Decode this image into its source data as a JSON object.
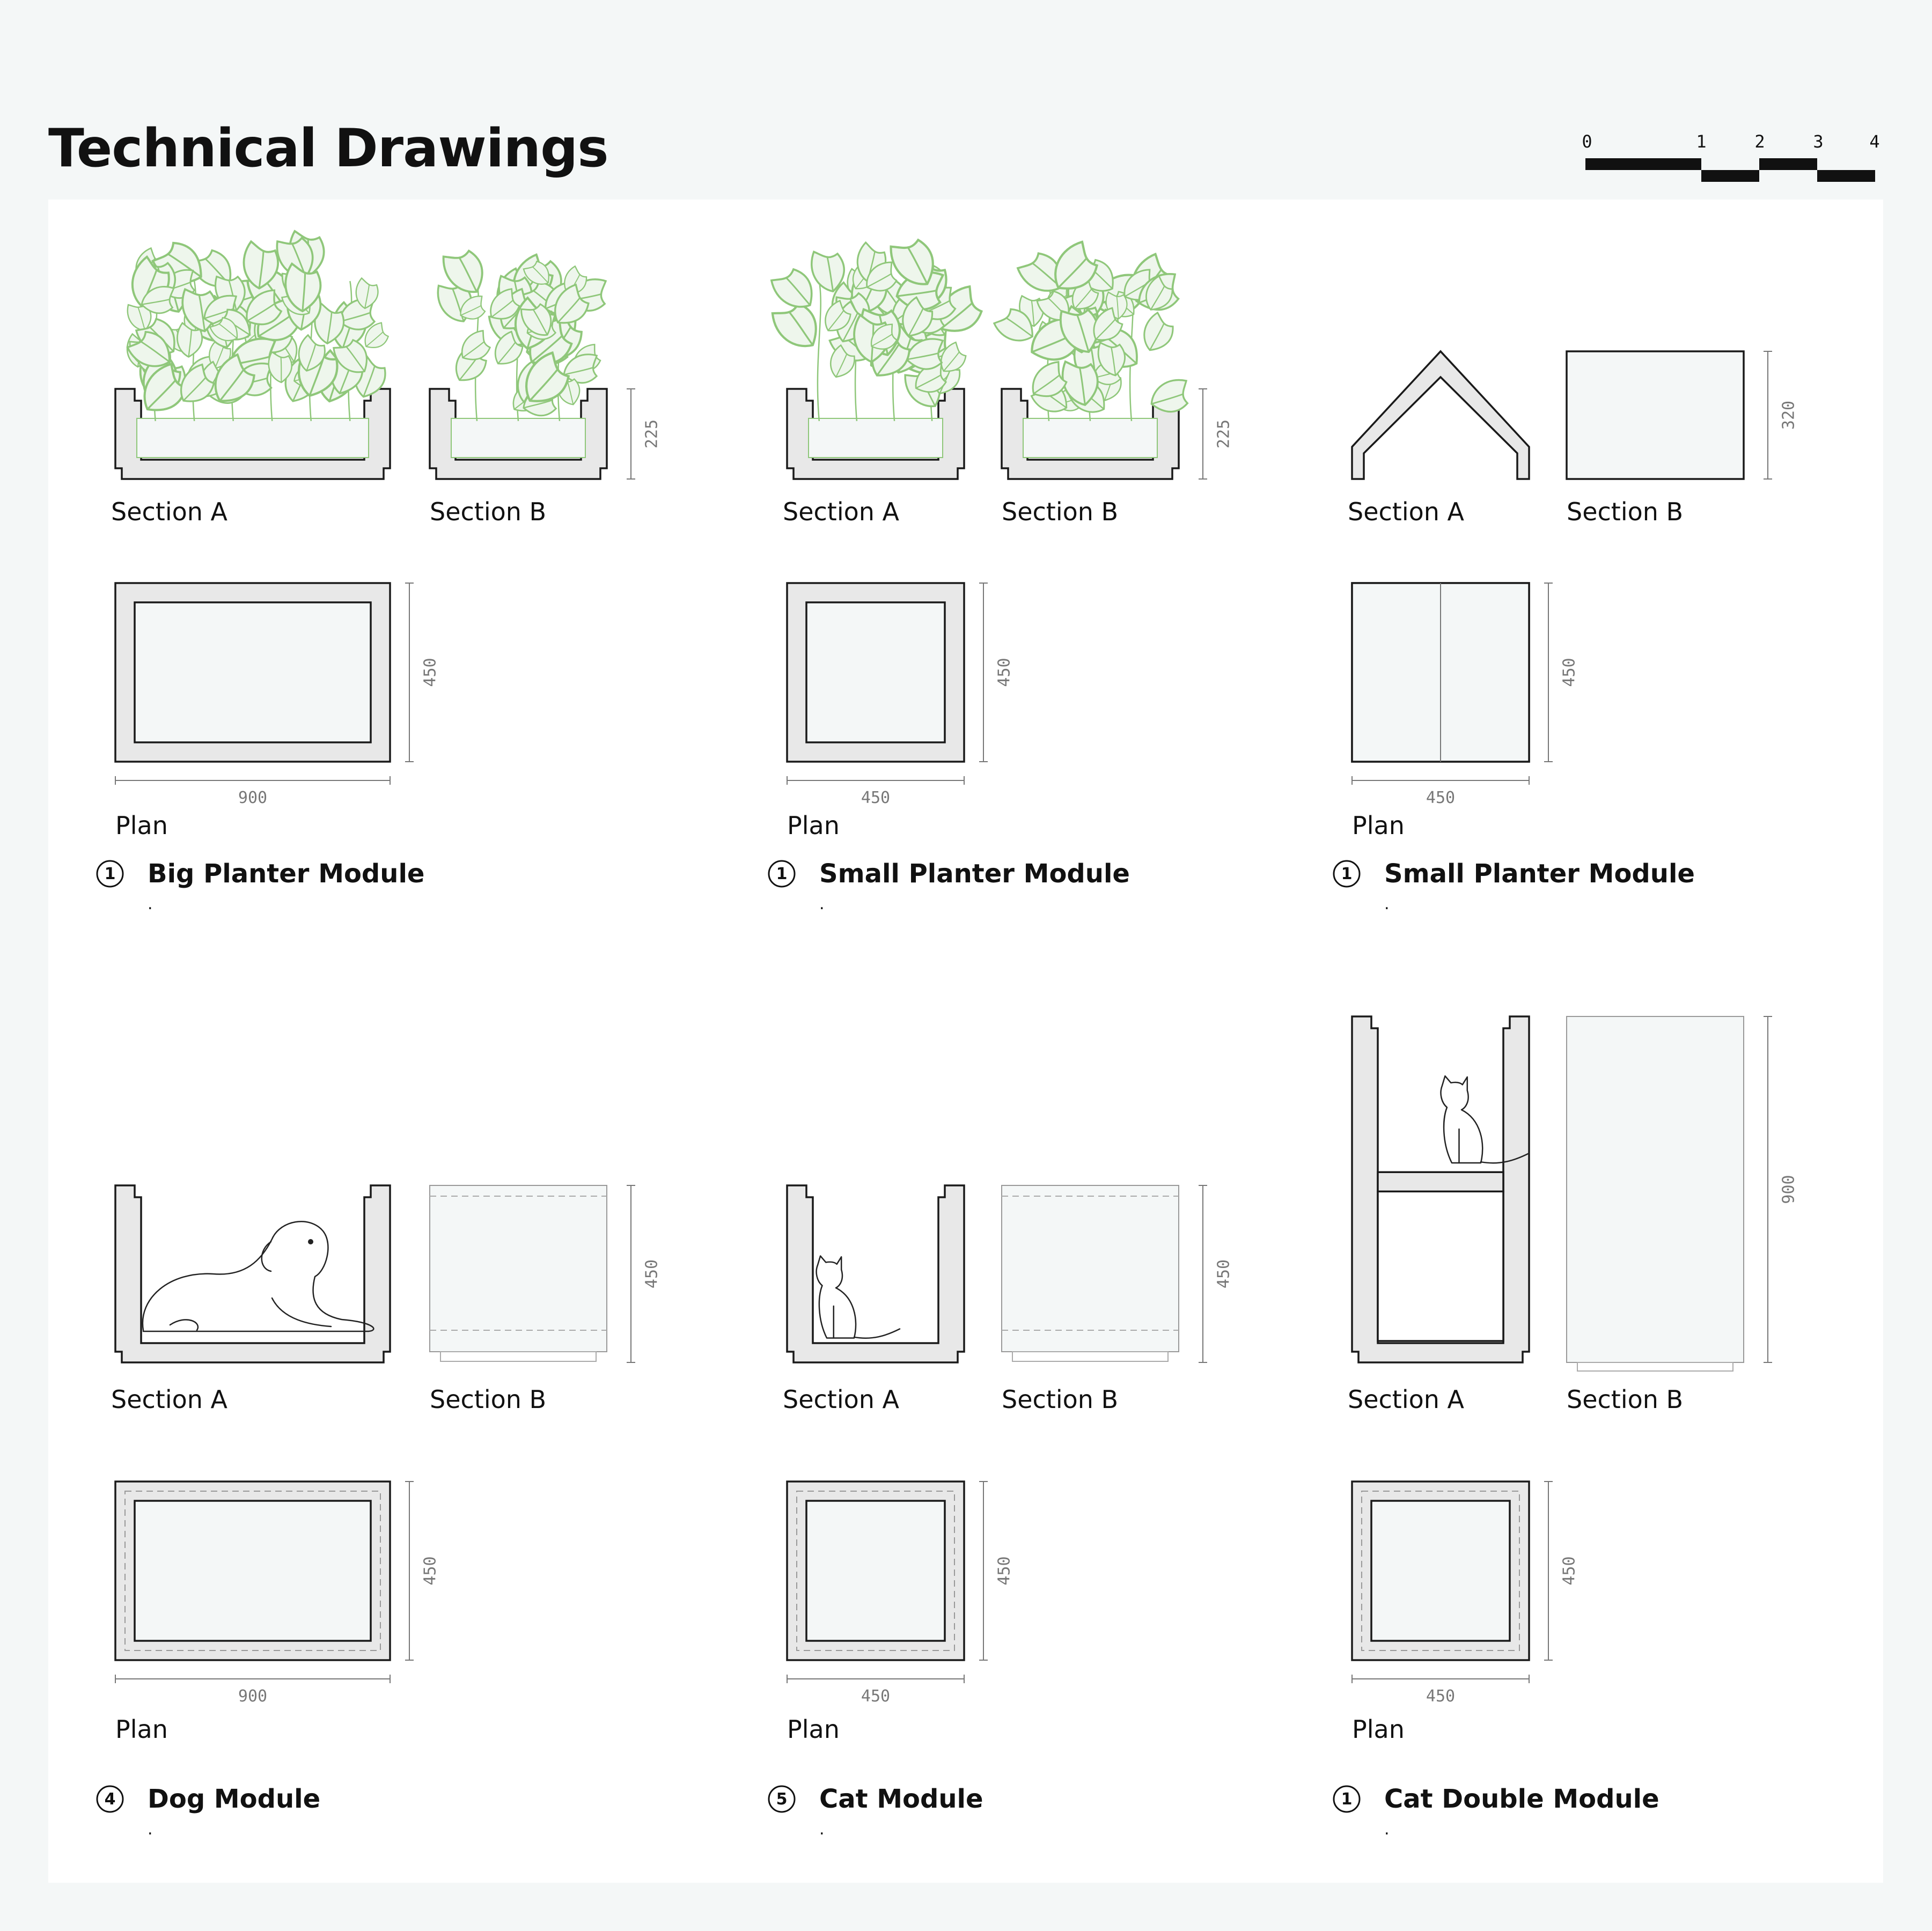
{
  "page": {
    "title": "Technical Drawings"
  },
  "scale_bar": {
    "labels": [
      "0",
      "1",
      "2",
      "3",
      "4"
    ]
  },
  "modules": [
    {
      "number": "1",
      "name": "Big Planter Module",
      "caption": ".",
      "section_a_label": "Section A",
      "section_b_label": "Section B",
      "plan_label": "Plan",
      "height_dim": "225",
      "plan_width_dim": "900",
      "plan_depth_dim": "450",
      "content": "plant"
    },
    {
      "number": "1",
      "name": "Small Planter Module",
      "caption": ".",
      "section_a_label": "Section A",
      "section_b_label": "Section B",
      "plan_label": "Plan",
      "height_dim": "225",
      "plan_width_dim": "450",
      "plan_depth_dim": "450",
      "content": "plant"
    },
    {
      "number": "1",
      "name": "Small Planter Module",
      "caption": ".",
      "section_a_label": "Section A",
      "section_b_label": "Section B",
      "plan_label": "Plan",
      "height_dim": "320",
      "plan_width_dim": "450",
      "plan_depth_dim": "450",
      "content": "roof"
    },
    {
      "number": "4",
      "name": "Dog Module",
      "caption": ".",
      "section_a_label": "Section A",
      "section_b_label": "Section B",
      "plan_label": "Plan",
      "height_dim": "450",
      "plan_width_dim": "900",
      "plan_depth_dim": "450",
      "content": "dog"
    },
    {
      "number": "5",
      "name": "Cat Module",
      "caption": ".",
      "section_a_label": "Section A",
      "section_b_label": "Section B",
      "plan_label": "Plan",
      "height_dim": "450",
      "plan_width_dim": "450",
      "plan_depth_dim": "450",
      "content": "cat"
    },
    {
      "number": "1",
      "name": "Cat Double Module",
      "caption": ".",
      "section_a_label": "Section A",
      "section_b_label": "Section B",
      "plan_label": "Plan",
      "height_dim": "900",
      "plan_width_dim": "450",
      "plan_depth_dim": "450",
      "content": "cat-double"
    }
  ],
  "colors": {
    "page_background": "#f4f7f7",
    "board": "#ffffff",
    "wall_fill": "#e8e8e8",
    "interior_fill": "#f4f7f7",
    "outline": "#1a1a1a",
    "dimension": "#777777",
    "plant_stroke": "#8fc77a",
    "plant_fill": "#eef6ec"
  }
}
